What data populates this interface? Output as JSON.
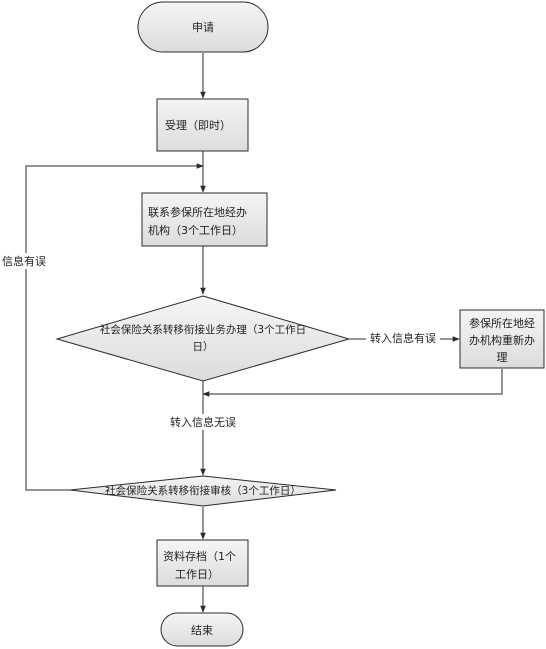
{
  "nodes": {
    "start": "申请",
    "accept": "受理（即时）",
    "contact_line1": "联系参保所在地经办",
    "contact_line2": "机构（3个工作日）",
    "transfer_line1": "社会保险关系转移衔接业务办理（3个工作日",
    "transfer_line2": "日）",
    "redo_line1": "参保所在地经",
    "redo_line2": "办机构重新办",
    "redo_line3": "理",
    "review": "社会保险关系转移衔接审核（3个工作日）",
    "archive_line1": "资料存档（1个",
    "archive_line2": "工作日）",
    "end": "结束"
  },
  "edges": {
    "info_error_right": "转入信息有误",
    "info_ok": "转入信息无误",
    "info_error_left": "信息有误"
  },
  "colors": {
    "fill": "#e6e6e6",
    "stroke": "#2b2b2b",
    "text": "#222222"
  }
}
